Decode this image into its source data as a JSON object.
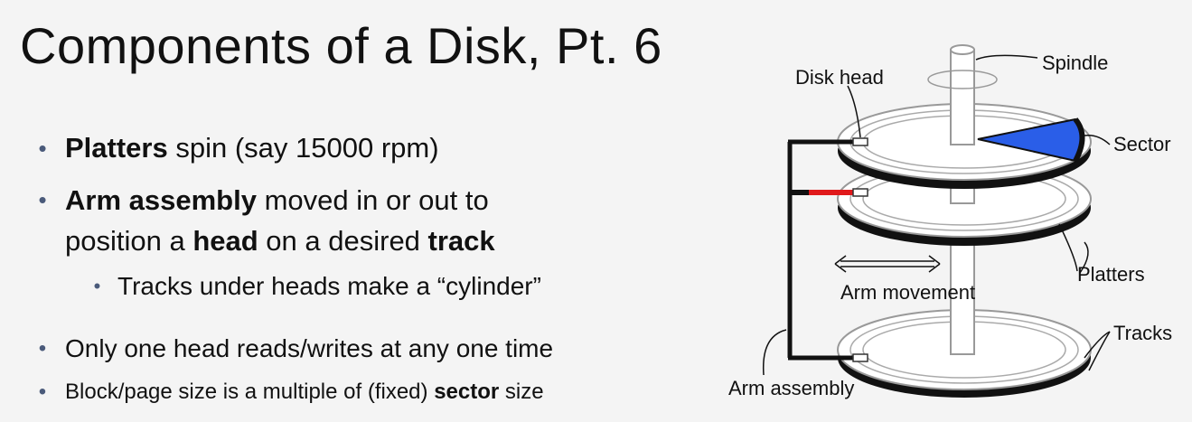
{
  "slide": {
    "title": "Components of a Disk, Pt. 6",
    "bullets": {
      "b1_bold": "Platters",
      "b1_rest": " spin (say 15000 rpm)",
      "b2_bold1": "Arm assembly",
      "b2_mid1": " moved in or out to",
      "b2_pre2": "position a ",
      "b2_bold2": "head",
      "b2_mid2": " on a desired ",
      "b2_bold3": "track",
      "b3_text": "Tracks under heads make a “cylinder”",
      "b4_text": "Only one head reads/writes at any one time",
      "b5_pre": "Block/page size is a multiple of (fixed) ",
      "b5_bold": "sector",
      "b5_post": " size"
    },
    "bullet_glyph": "•"
  },
  "diagram": {
    "labels": {
      "spindle": "Spindle",
      "disk_head": "Disk head",
      "sector": "Sector",
      "platters": "Platters",
      "arm_movement": "Arm movement",
      "tracks": "Tracks",
      "arm_assembly": "Arm assembly"
    },
    "colors": {
      "sector_fill": "#2a5ee8",
      "active_arm": "#e0191b",
      "arm": "#111111"
    }
  }
}
